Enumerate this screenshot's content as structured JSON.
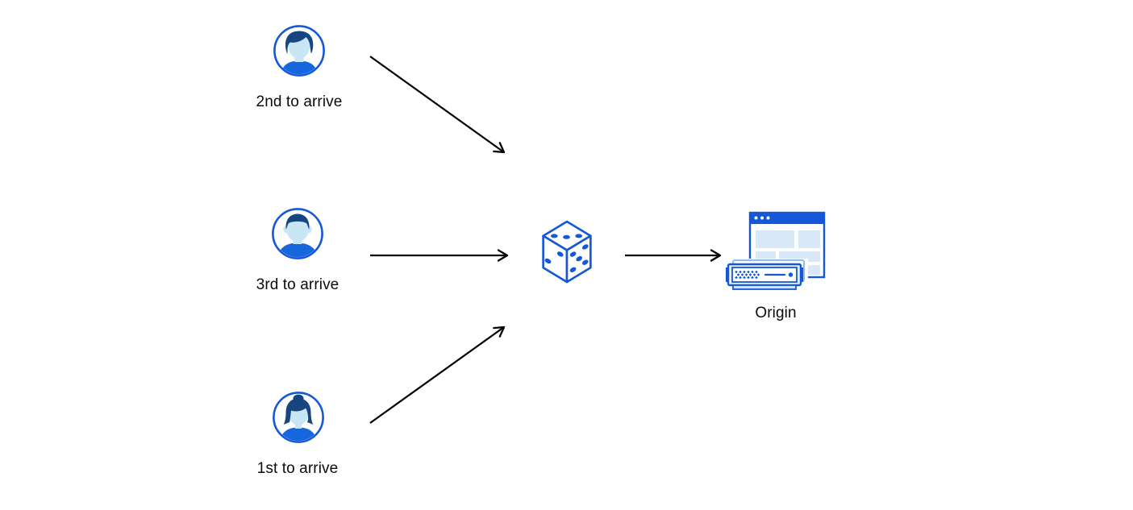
{
  "diagram": {
    "title": "request-order-randomization-to-origin",
    "colors": {
      "primary_blue": "#1457D8",
      "dark_navy": "#17457F",
      "face_light_blue": "#C9E6F5",
      "shirt_blue": "#1667DD",
      "panel_light_blue": "#D9E8F7",
      "server_case_blue": "#E6F1FB",
      "server_base_blue": "#CFE4F7",
      "back_layer_blue": "#8FBCEC",
      "arrow_black": "#000000"
    },
    "clients": [
      {
        "id": "client-2nd",
        "label": "2nd to arrive",
        "avatar_icon": "user-man-swept-hair-icon"
      },
      {
        "id": "client-3rd",
        "label": "3rd to arrive",
        "avatar_icon": "user-man-short-hair-icon"
      },
      {
        "id": "client-1st",
        "label": "1st to arrive",
        "avatar_icon": "user-woman-bun-icon"
      }
    ],
    "randomizer": {
      "icon": "dice-icon"
    },
    "origin": {
      "label": "Origin",
      "icon": "origin-server-browser-icon"
    },
    "arrows": [
      {
        "from": "client-2nd",
        "to": "randomizer"
      },
      {
        "from": "client-3rd",
        "to": "randomizer"
      },
      {
        "from": "client-1st",
        "to": "randomizer"
      },
      {
        "from": "randomizer",
        "to": "origin"
      }
    ]
  }
}
